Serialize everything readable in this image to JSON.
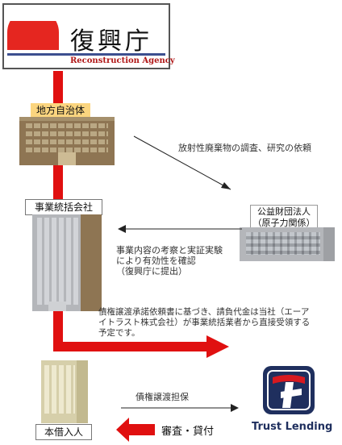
{
  "logo": {
    "title_text": "復興庁",
    "subtitle_text": "Reconstruction Agency",
    "accent_color": "#e52620",
    "rule_color": "#3c4f8f"
  },
  "nodes": {
    "local_gov": "地方自治体",
    "main_contractor": "事業統括会社",
    "foundation_line1": "公益財団法人",
    "foundation_line2": "（原子力関係）",
    "borrower": "本借入人"
  },
  "annotations": {
    "survey_request": "放射性廃棄物の調査、研究の依頼",
    "verification_line1": "事業内容の考察と実証実験",
    "verification_line2": "により有効性を確認",
    "verification_line3": "（復興庁に提出）",
    "assignment_line1": "債権譲渡承諾依頼書に基づき、請負代金は当社（エーア",
    "assignment_line2": "イトラスト株式会社）が事業統括業者から直接受領する",
    "assignment_line3": "予定です。",
    "collateral": "債権譲渡担保",
    "review_loan": "審査・貸付"
  },
  "brand": {
    "name": "Trust Lending",
    "navy": "#1f2f5e",
    "red": "#d71920"
  },
  "colors": {
    "flow_red": "#e01010",
    "building_brown": "#8e7553",
    "building_gray": "#b4b6ba",
    "building_light": "#d6cfaa"
  }
}
